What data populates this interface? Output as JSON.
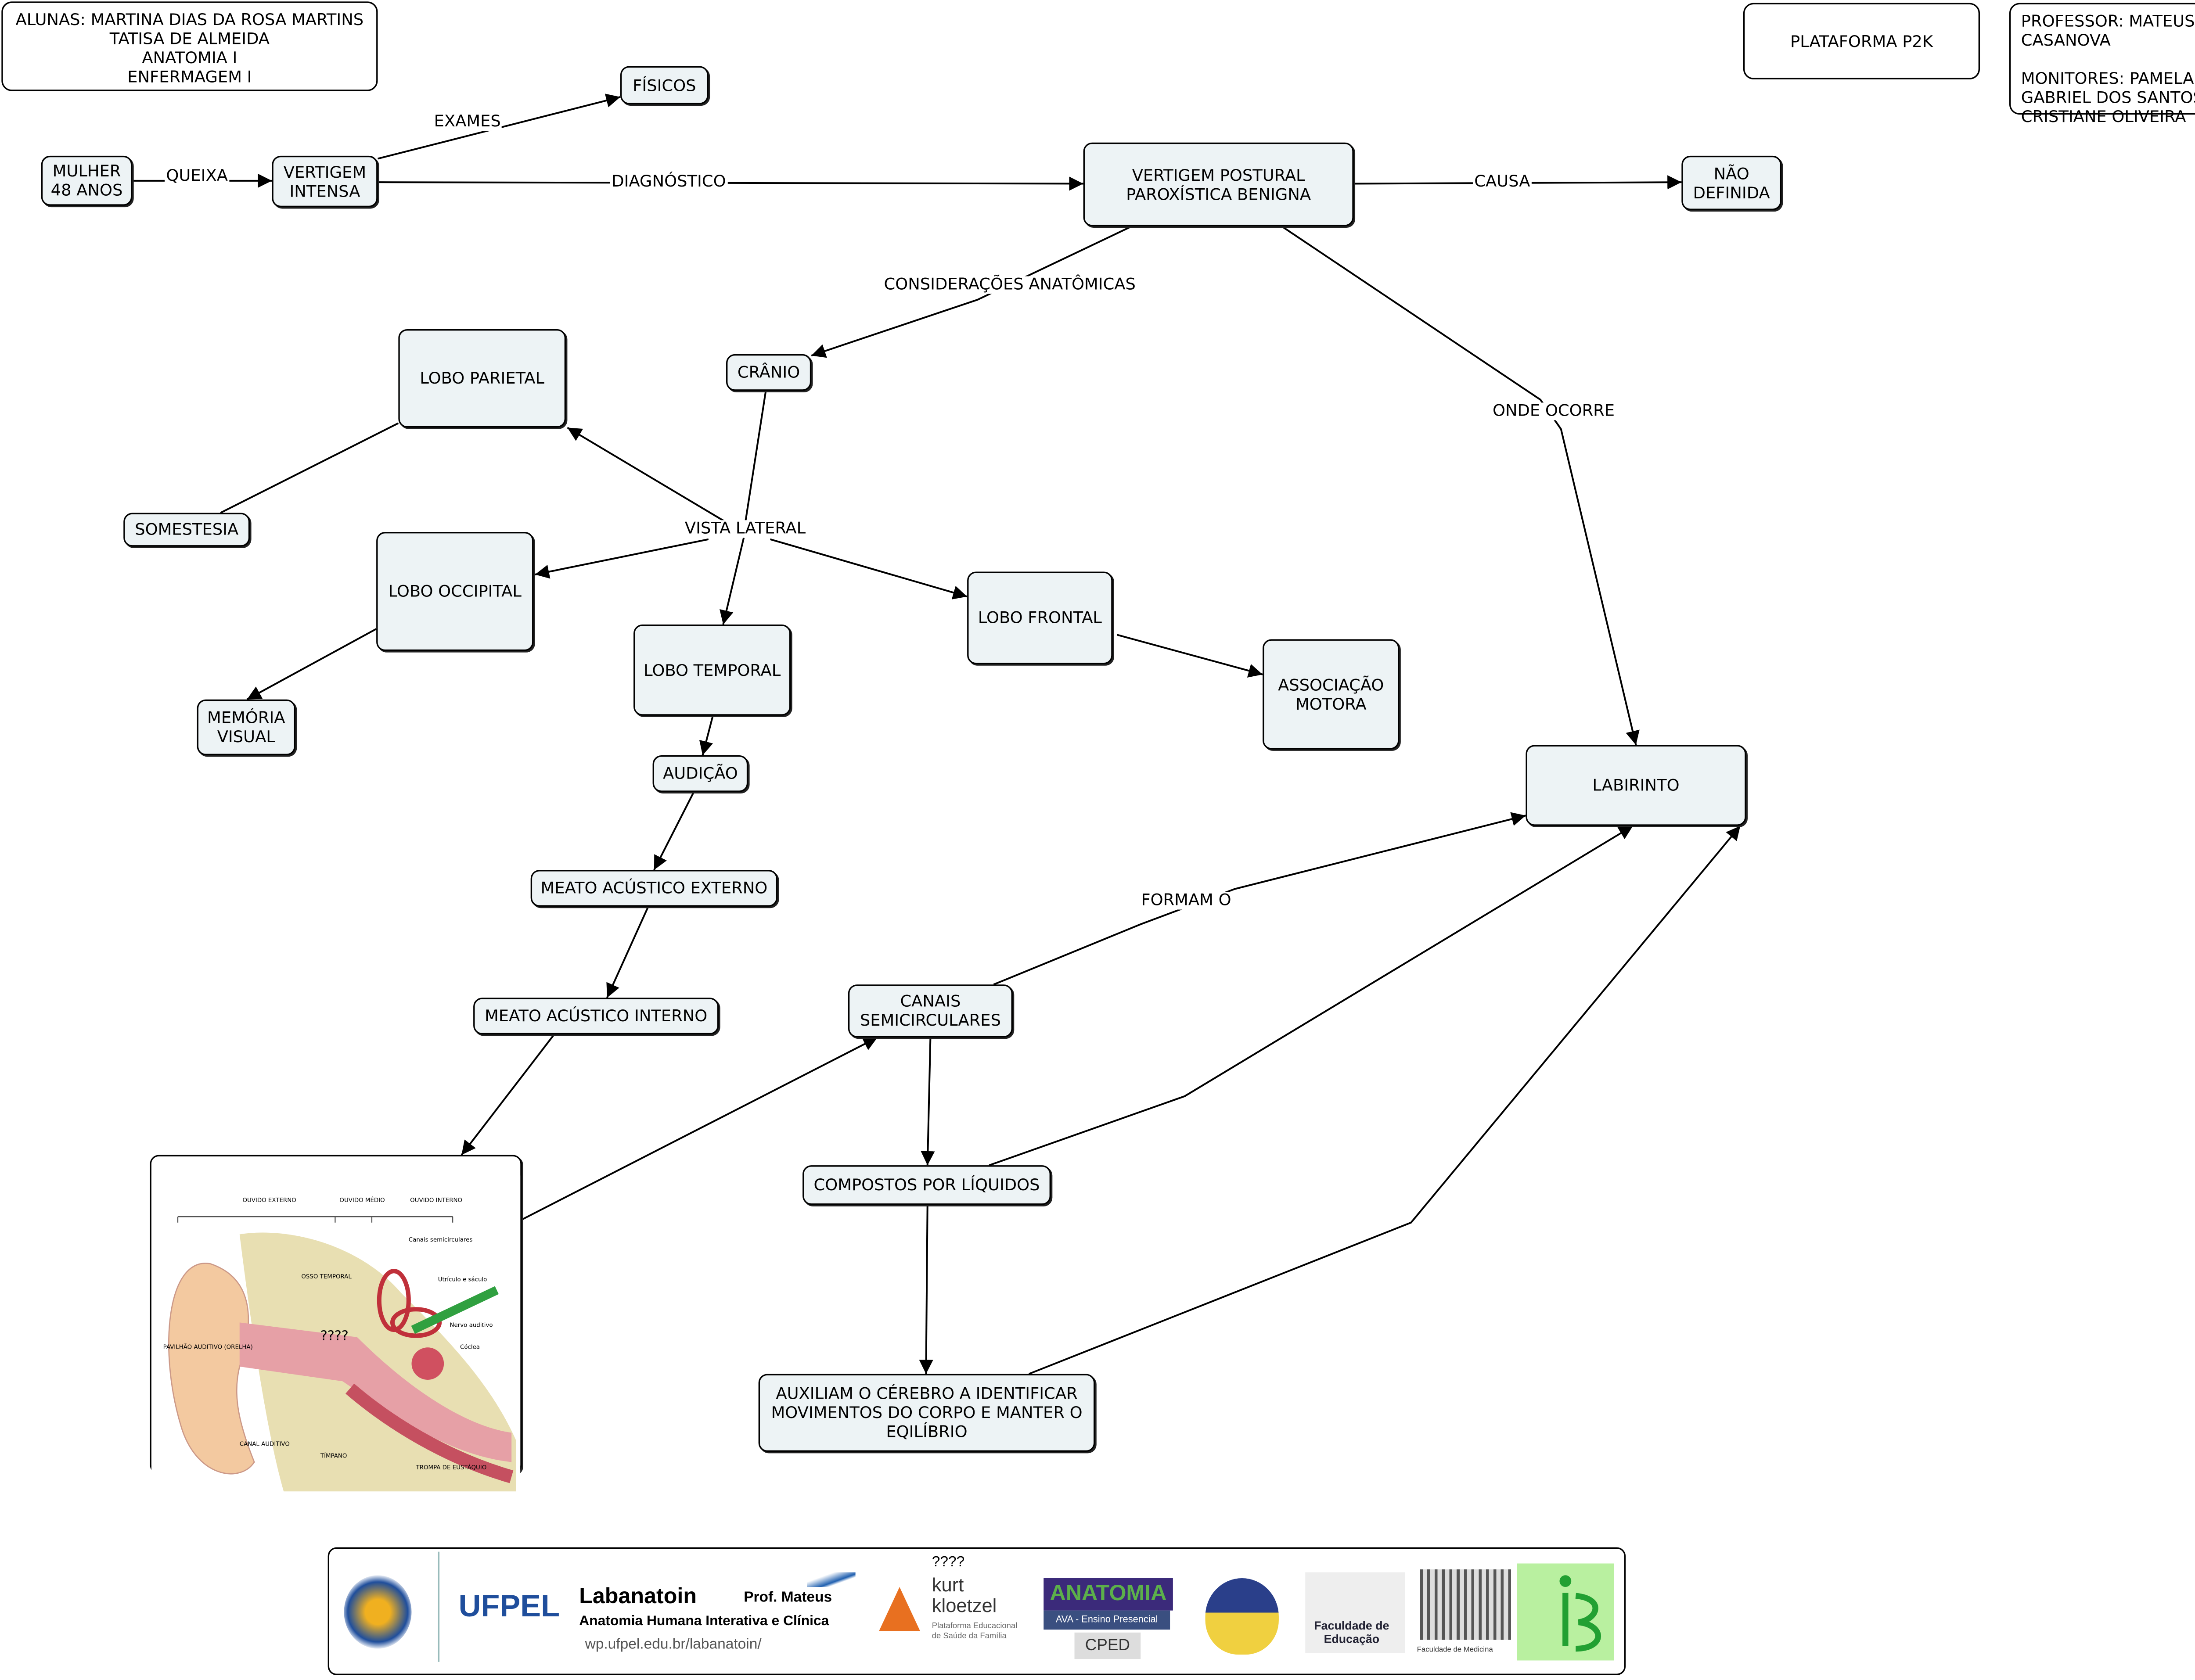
{
  "header": {
    "students": "ALUNAS: MARTINA DIAS DA ROSA MARTINS\nTATISA DE ALMEIDA\nANATOMIA I\nENFERMAGEM I",
    "platform": "PLATAFORMA P2K",
    "staff": "PROFESSOR: MATEUS CASANOVA\n\nMONITORES: PAMELA MOURÃO\nGABRIEL DOS SANTOS\nCRISTIANE OLIVEIRA"
  },
  "nodes": {
    "fisicos": "FÍSICOS",
    "mulher": "MULHER\n48 ANOS",
    "vertigem": "VERTIGEM\nINTENSA",
    "vppb": "VERTIGEM POSTURAL\nPAROXÍSTICA BENIGNA",
    "nao_definida": "NÃO\nDEFINIDA",
    "cranio": "CRÂNIO",
    "lobo_parietal": "LOBO PARIETAL",
    "somestesia": "SOMESTESIA",
    "lobo_occipital": "LOBO OCCIPITAL",
    "lobo_temporal": "LOBO TEMPORAL",
    "lobo_frontal": "LOBO FRONTAL",
    "associacao_motora": "ASSOCIAÇÃO\nMOTORA",
    "memoria_visual": "MEMÓRIA\nVISUAL",
    "audicao": "AUDIÇÃO",
    "meato_externo": "MEATO ACÚSTICO EXTERNO",
    "meato_interno": "MEATO ACÚSTICO INTERNO",
    "labirinto": "LABIRINTO",
    "canais": "CANAIS\nSEMICIRCULARES",
    "compostos": "COMPOSTOS POR LÍQUIDOS",
    "auxiliam": "AUXILIAM O CÉREBRO A IDENTIFICAR\nMOVIMENTOS DO CORPO E MANTER O\nEQILÍBRIO"
  },
  "links": {
    "exames": "EXAMES",
    "queixa": "QUEIXA",
    "diagnostico": "DIAGNÓSTICO",
    "causa": "CAUSA",
    "consideracoes": "CONSIDERAÇÕES ANATÔMICAS",
    "onde_ocorre": "ONDE OCORRE",
    "vista_lateral": "VISTA LATERAL",
    "formam": "FORMAM O"
  },
  "ear_image": {
    "labels": [
      "OUVIDO EXTERNO",
      "OUVIDO MÉDIO",
      "OUVIDO INTERNO",
      "OSSO TEMPORAL",
      "Canais semicirculares",
      "Utrículo e sáculo",
      "Nervo auditivo",
      "Cóclea",
      "PAVILHÃO AUDITIVO (ORELHA)",
      "CANAL AUDITIVO",
      "TÍMPANO",
      "TROMPA DE EUSTÁQUIO",
      "????"
    ]
  },
  "logos": {
    "ufpel": "UFPEL",
    "labanatoin": "Labanatoin",
    "labanatoin_sub": "Anatomia Humana Interativa e Clínica",
    "prof": "Prof. Mateus",
    "url": "wp.ufpel.edu.br/labanatoin/",
    "kurt": "kurt\nkloetzel",
    "kurt_overlay": "????",
    "kurt_sub": "Plataforma Educacional\nde Saúde da Família",
    "anatomia": "ANATOMIA",
    "ava": "AVA - Ensino Presencial",
    "cped": "CPED",
    "fae": "Faculdade de\nEducação",
    "famed": "Faculdade de Medicina"
  },
  "colors": {
    "node_fill": "#edf3f5",
    "ufpel_blue": "#1f4e9c",
    "anatomia_purple": "#3b2a7a",
    "ib_green": "#22a032"
  }
}
